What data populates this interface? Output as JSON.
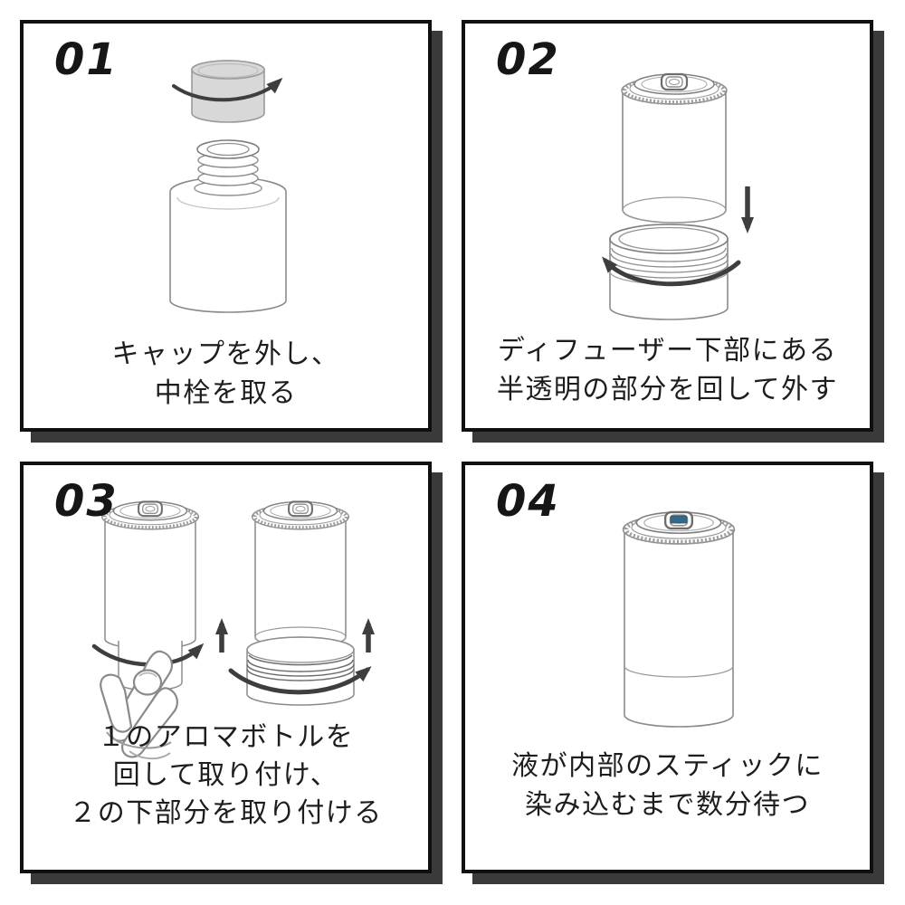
{
  "document": {
    "type": "instruction-diagram",
    "language": "ja",
    "step_count": 4
  },
  "colors": {
    "background": "#ffffff",
    "panel_border": "#101010",
    "panel_shadow": "#3a3a3a",
    "cap_fill": "#d8d8d8",
    "outline_gray": "#8a8a8a",
    "arrow_dark": "#3e3e3e",
    "accent_blue": "#2d6b8e",
    "text_color": "#1d1d1d"
  },
  "panels": [
    {
      "number": "01",
      "caption_lines": [
        "キャップを外し、",
        "中栓を取る"
      ],
      "illustration": "bottle-cap-unscrew",
      "icons": [
        "rotate-arrow"
      ]
    },
    {
      "number": "02",
      "caption_lines": [
        "ディフューザー下部にある",
        "半透明の部分を回して外す"
      ],
      "illustration": "diffuser-bottom-remove",
      "icons": [
        "down-arrow",
        "rotate-arrow"
      ]
    },
    {
      "number": "03",
      "caption_lines": [
        "１のアロマボトルを",
        "回して取り付け、",
        "２の下部分を取り付ける"
      ],
      "illustration": "attach-bottle-and-bottom",
      "icons": [
        "rotate-arrow",
        "up-arrow",
        "rotate-arrow",
        "up-arrow"
      ]
    },
    {
      "number": "04",
      "caption_lines": [
        "液が内部のスティックに",
        "染み込むまで数分待つ"
      ],
      "illustration": "wait-for-liquid-soak",
      "icons": []
    }
  ]
}
